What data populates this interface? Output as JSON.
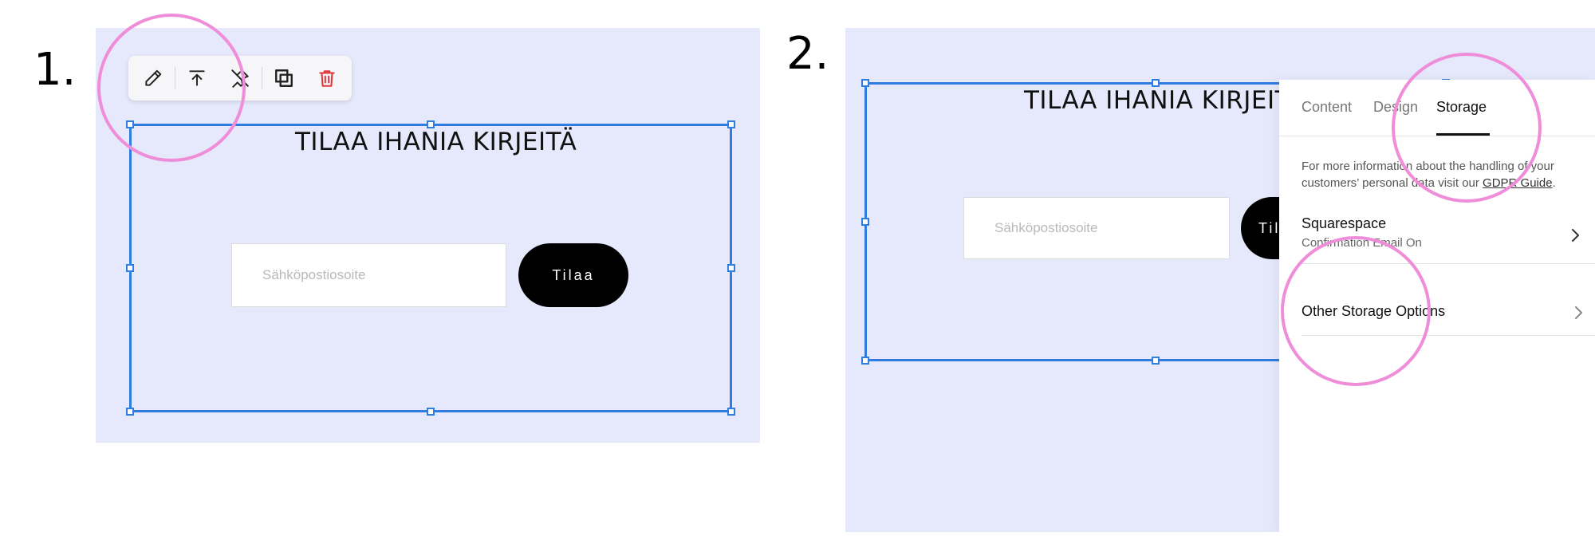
{
  "steps": {
    "first": "1.",
    "second": "2."
  },
  "block": {
    "title": "TILAA IHANIA KIRJEITÄ",
    "email_placeholder": "Sähköpostiosoite",
    "submit_label": "Tilaa"
  },
  "toolbar": {
    "items": [
      {
        "icon": "pencil-icon",
        "label": "Edit"
      },
      {
        "icon": "move-up-icon",
        "label": "Move to top"
      },
      {
        "icon": "pin-off-icon",
        "label": "Unpin"
      },
      {
        "icon": "duplicate-icon",
        "label": "Duplicate"
      },
      {
        "icon": "trash-icon",
        "label": "Delete"
      }
    ]
  },
  "settings_panel": {
    "tabs": [
      "Content",
      "Design",
      "Storage"
    ],
    "active_tab": "Storage",
    "gdpr_text": "For more information about the handling of your customers’ personal data visit our ",
    "gdpr_link": "GDPR Guide",
    "gdpr_period": ".",
    "storage_items": [
      {
        "title": "Squarespace",
        "subtitle": "Confirmation Email On"
      },
      {
        "title": "Other Storage Options",
        "subtitle": ""
      }
    ]
  },
  "colors": {
    "panel_bg": "#e6e9fb",
    "selection": "#2f7de1",
    "highlight_circle": "#ef8dd9",
    "delete_icon": "#e0383e",
    "button_bg": "#000000"
  }
}
